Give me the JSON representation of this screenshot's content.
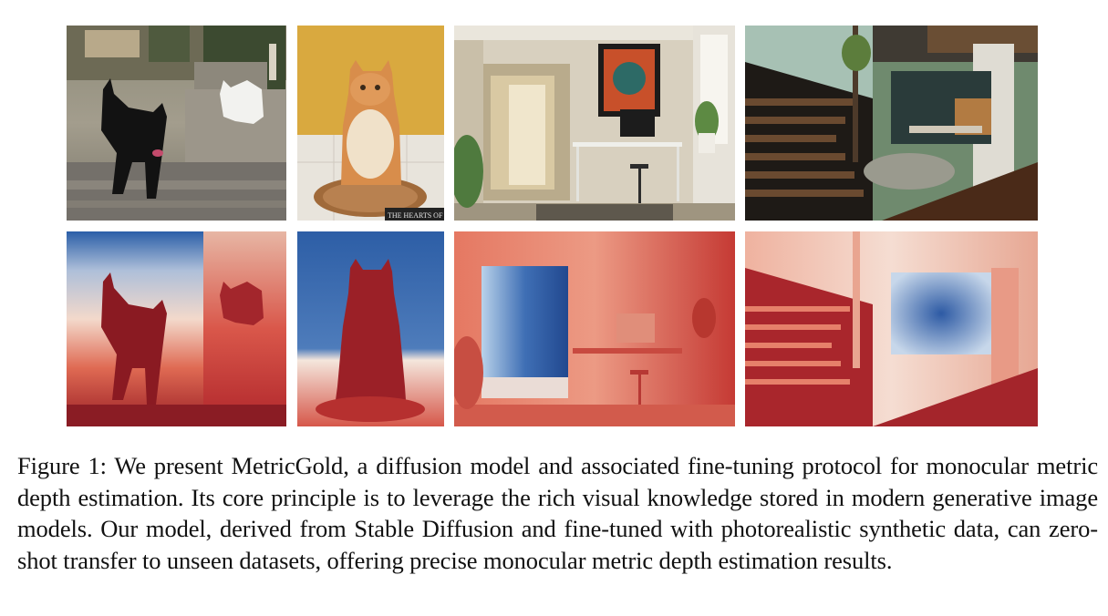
{
  "figure": {
    "caption": "Figure 1: We present MetricGold, a diffusion model and associated fine-tuning protocol for monocular metric depth estimation. Its core principle is to leverage the rich visual knowledge stored in modern generative image models. Our model, derived from Stable Diffusion and fine-tuned with photorealistic synthetic data, can zero-shot transfer to unseen datasets, offering precise monocular metric depth estimation results.",
    "book_spine_text": "THE HEARTS OF THE",
    "rows": [
      {
        "row": "rgb",
        "panels": [
          "dog-and-cat-stairs",
          "cat-on-mat",
          "room-with-desk",
          "modern-house-interior"
        ]
      },
      {
        "row": "depth",
        "panels": [
          "dog-and-cat-depth",
          "cat-depth",
          "room-depth",
          "house-depth"
        ]
      }
    ],
    "colors": {
      "depth_near": "#8e1a24",
      "depth_mid": "#f1d6c8",
      "depth_far": "#1f4f9c"
    }
  }
}
